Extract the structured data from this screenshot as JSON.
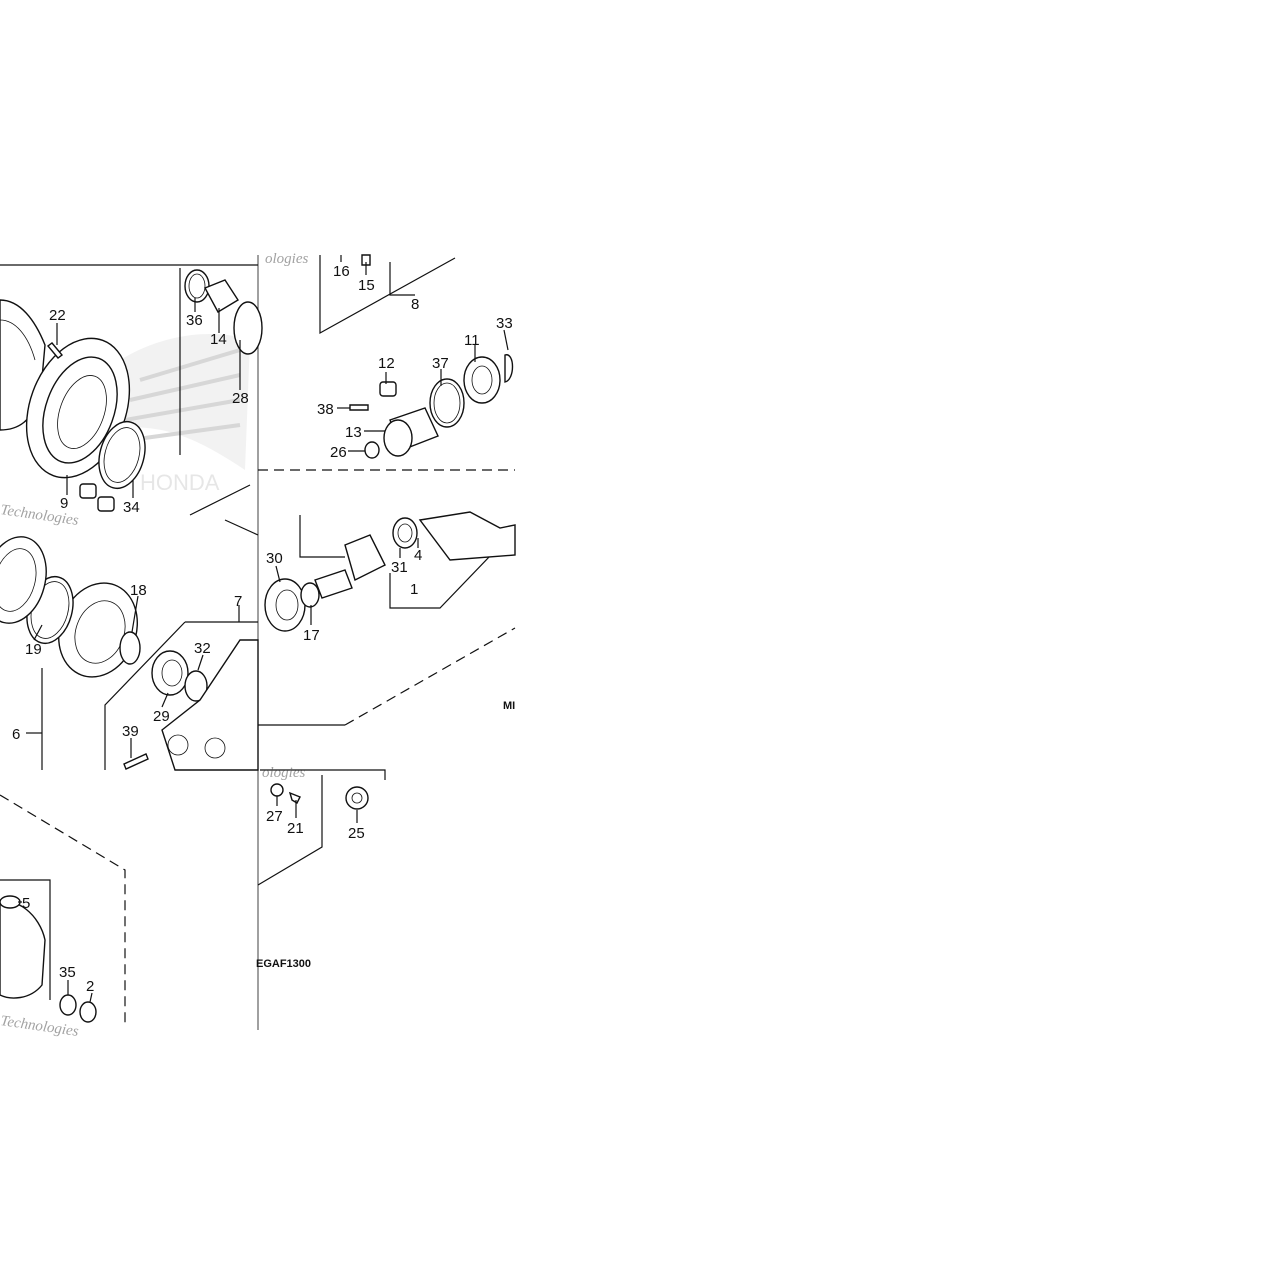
{
  "callouts": {
    "c1": "1",
    "c2": "2",
    "c4": "4",
    "c5": "5",
    "c6": "6",
    "c7": "7",
    "c8": "8",
    "c9": "9",
    "c11": "11",
    "c12": "12",
    "c13": "13",
    "c14": "14",
    "c15": "15",
    "c16": "16",
    "c17": "17",
    "c18": "18",
    "c19": "19",
    "c21": "21",
    "c22": "22",
    "c25": "25",
    "c26": "26",
    "c27": "27",
    "c28": "28",
    "c29": "29",
    "c30": "30",
    "c31": "31",
    "c32": "32",
    "c33": "33",
    "c34": "34",
    "c35": "35",
    "c36": "36",
    "c37": "37",
    "c38": "38",
    "c39": "39"
  },
  "diagram_code": "EGAF1300",
  "edge_text": "MI",
  "watermark": {
    "word": "Technologies",
    "word_partial": "ologies",
    "brand": "HONDA"
  }
}
